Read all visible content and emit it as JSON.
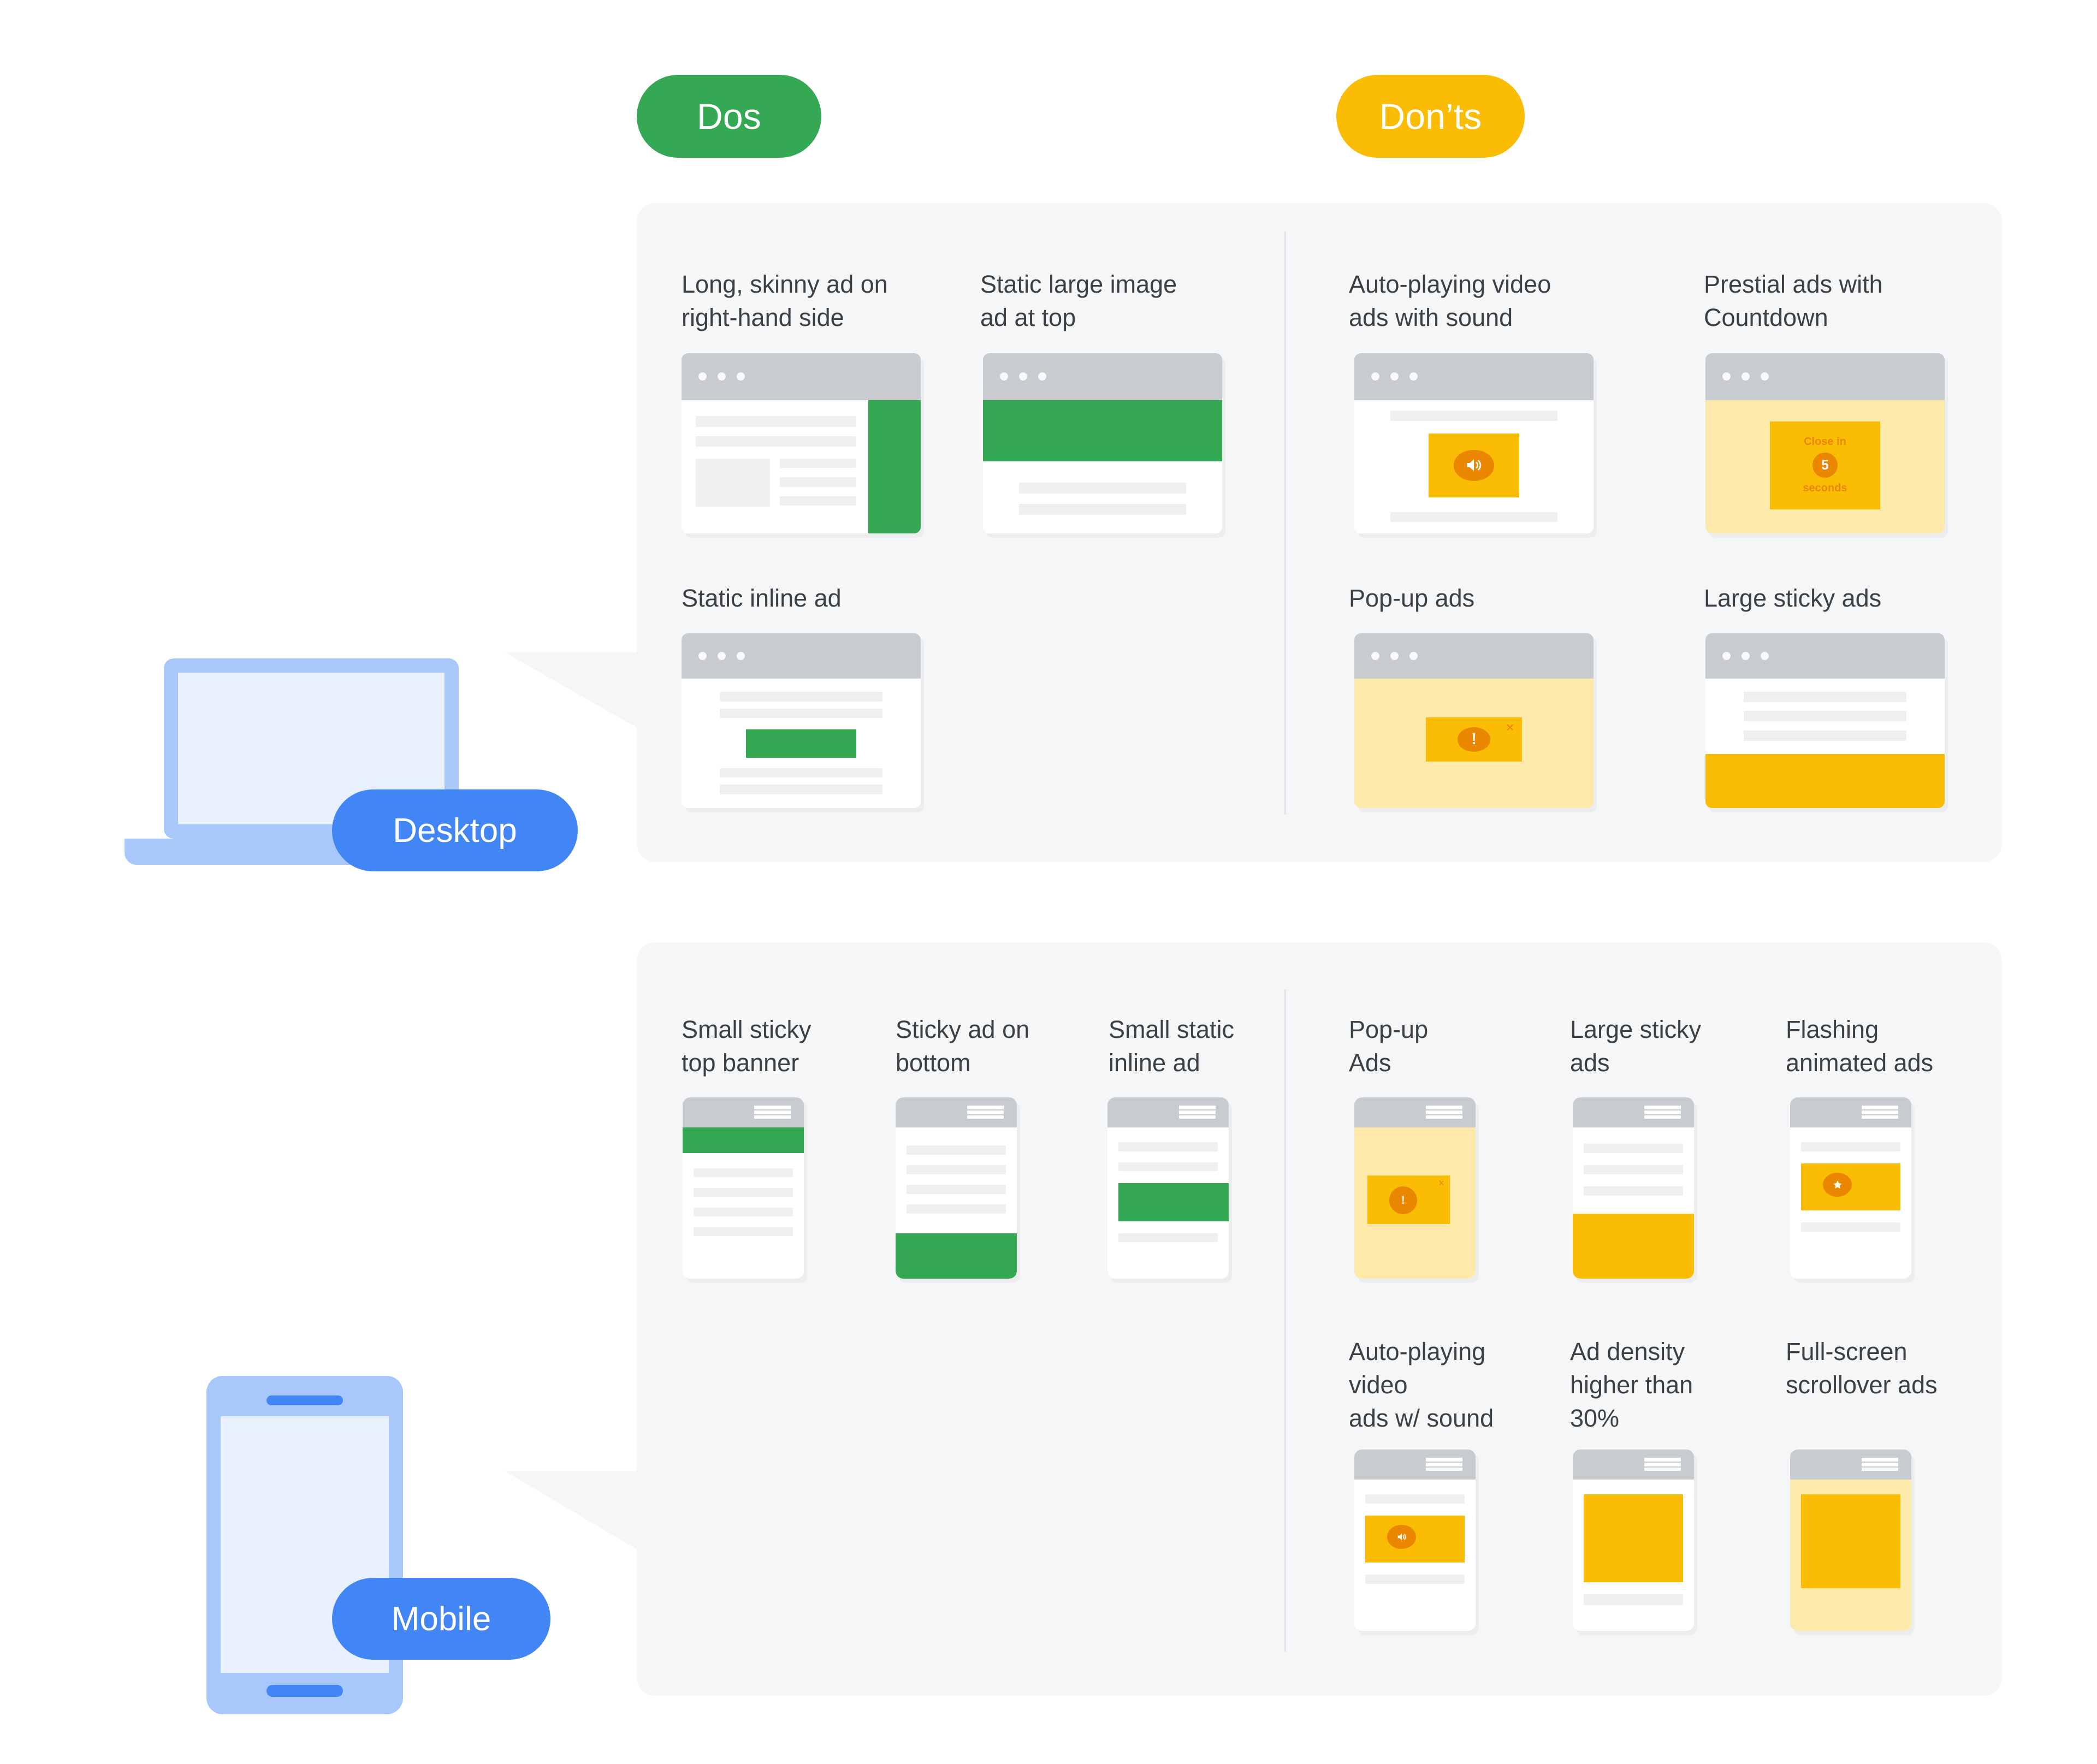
{
  "legend": {
    "dos": "Dos",
    "donts": "Don’ts",
    "dos_color": "#34a853",
    "donts_color": "#fbbc04"
  },
  "devices": {
    "desktop_pill": "Desktop",
    "mobile_pill": "Mobile",
    "pill_color": "#4285f4",
    "device_color": "#a8c7fa",
    "screen_color": "#e8f0fe"
  },
  "colors": {
    "panel_bg": "#f4f6f8",
    "good_ad": "#34a853",
    "bad_ad": "#fbbc04",
    "bad_accent": "#ea8600",
    "bad_tint": "#fde9a9",
    "chrome_gray": "#c8ccd0",
    "placeholder_gray": "#eeeff1",
    "text": "#3c4043"
  },
  "desktop": {
    "dos": [
      {
        "label": "Long, skinny ad on\nright-hand side",
        "mock": "browser-skyscraper"
      },
      {
        "label": "Static large image\nad at top",
        "mock": "browser-top-banner"
      },
      {
        "label": "Static inline ad",
        "mock": "browser-inline"
      }
    ],
    "donts": [
      {
        "label": "Auto-playing video\nads with sound",
        "mock": "browser-video-sound",
        "icon": "speaker-icon"
      },
      {
        "label": "Prestial ads with\nCountdown",
        "mock": "browser-countdown",
        "countdown": {
          "top": "Close in",
          "number": "5",
          "bottom": "seconds"
        }
      },
      {
        "label": "Pop-up ads",
        "mock": "browser-popup",
        "icon": "exclamation-icon",
        "close": "×"
      },
      {
        "label": "Large sticky ads",
        "mock": "browser-sticky"
      }
    ]
  },
  "mobile": {
    "dos": [
      {
        "label": "Small sticky\ntop banner",
        "mock": "phone-top-banner"
      },
      {
        "label": "Sticky ad on\nbottom",
        "mock": "phone-bottom-sticky"
      },
      {
        "label": "Small static\ninline ad",
        "mock": "phone-inline"
      }
    ],
    "donts": [
      {
        "label": "Pop-up\nAds",
        "mock": "phone-popup",
        "icon": "exclamation-icon",
        "close": "×"
      },
      {
        "label": "Large sticky\nads",
        "mock": "phone-large-sticky"
      },
      {
        "label": "Flashing\nanimated ads",
        "mock": "phone-flashing",
        "icon": "star-icon"
      },
      {
        "label": "Auto-playing\nvideo\nads w/ sound",
        "mock": "phone-video-sound",
        "icon": "speaker-icon"
      },
      {
        "label": "Ad density\nhigher than\n30%",
        "mock": "phone-ad-density"
      },
      {
        "label": "Full-screen\nscrollover ads",
        "mock": "phone-fullscreen"
      }
    ]
  }
}
